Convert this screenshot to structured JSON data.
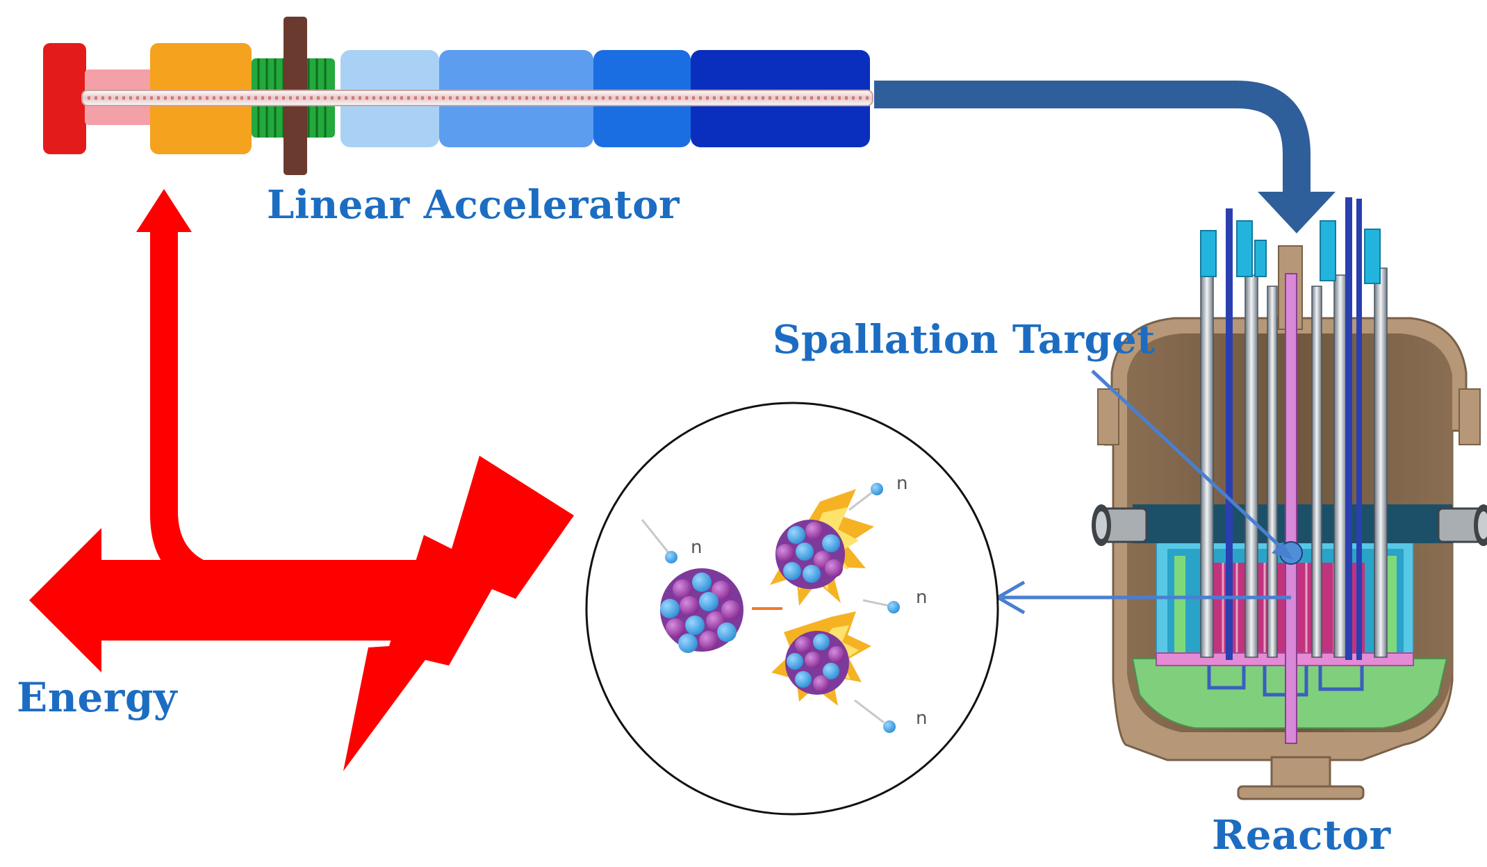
{
  "labels": {
    "linear_accelerator": "Linear Accelerator",
    "spallation_target": "Spallation Target",
    "energy": "Energy",
    "reactor": "Reactor",
    "neutron": "n"
  },
  "colors": {
    "label_blue": "#1c6dc2",
    "energy_red": "#ff0000",
    "beam_arrow": "#2f5f9a",
    "vessel_brown": "#b89a7a",
    "accelerator_segments": [
      "#e01a1a",
      "#f5a623",
      "#1fa83a",
      "#6b3a2a",
      "#a9d0f5",
      "#5b9cf0",
      "#1a6fe0",
      "#0a2fc0"
    ],
    "nucleus_blue": "#45a6e0",
    "nucleus_purple": "#9b3fa8"
  }
}
